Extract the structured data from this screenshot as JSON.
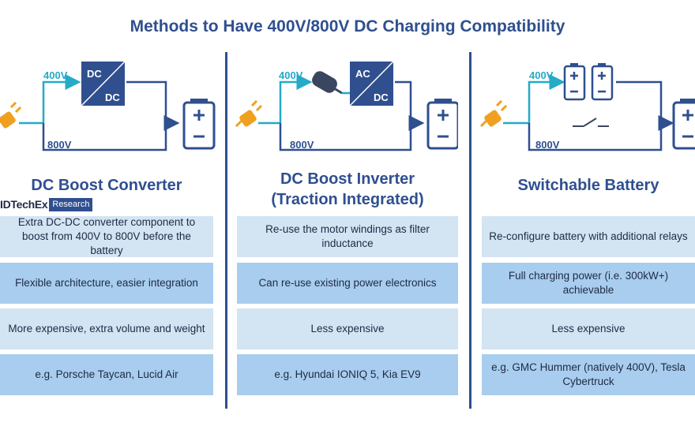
{
  "title": "Methods to Have 400V/800V DC Charging Compatibility",
  "logo": {
    "part1": "IDTechEx",
    "part2": "Research"
  },
  "columns": [
    {
      "heading": "DC Boost Converter",
      "diagram": {
        "label_low": "400V",
        "label_high": "800V",
        "box_top": "DC",
        "box_bottom": "DC"
      },
      "rows": [
        "Extra DC-DC converter component to boost from 400V to 800V before the battery",
        "Flexible architecture, easier integration",
        "More expensive, extra volume and weight",
        "e.g. Porsche Taycan, Lucid Air"
      ]
    },
    {
      "heading_line1": "DC Boost Inverter",
      "heading_line2": "(Traction Integrated)",
      "diagram": {
        "label_low": "400V",
        "label_high": "800V",
        "box_top": "AC",
        "box_bottom": "DC"
      },
      "rows": [
        "Re-use the motor windings as filter inductance",
        "Can re-use existing power electronics",
        "Less expensive",
        "e.g. Hyundai IONIQ 5, Kia EV9"
      ]
    },
    {
      "heading": "Switchable Battery",
      "diagram": {
        "label_low": "400V",
        "label_high": "800V"
      },
      "rows": [
        "Re-configure battery with additional relays",
        "Full charging power (i.e. 300kW+) achievable",
        "Less expensive",
        "e.g. GMC Hummer (natively 400V), Tesla Cybertruck"
      ]
    }
  ],
  "colors": {
    "primary": "#2f4f8f",
    "wire": "#25aac8",
    "plug": "#f0a020",
    "row_light": "#d3e4f3",
    "row_mid": "#a8cdee"
  }
}
